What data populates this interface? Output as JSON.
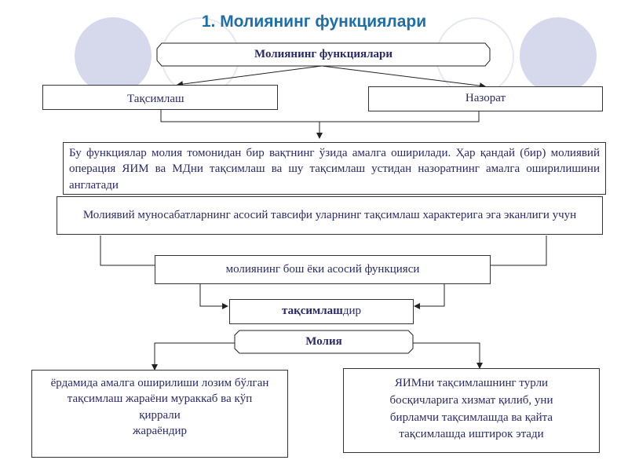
{
  "title": "1. Молиянинг функциялари",
  "header_box": "Молиянинг функциялари",
  "left_func": "Тақсимлаш",
  "right_func": "Назорат",
  "desc": "Бу функциялар молия томонидан бир вақтнинг ўзида амалга оширилади. Ҳар қандай (бир) молиявий операция ЯИМ ва МДни тақсимлаш ва шу тақсимлаш устидан назоратнинг амалга оширилишини англатади",
  "reason": "Молиявий муносабатларнинг асосий тавсифи уларнинг тақсимлаш характерига эга эканлиги учун",
  "main_func": "молиянинг бош ёки асосий функцияси",
  "distribution_bold": "тақсимлаш",
  "distribution_suffix": "дир",
  "finance_box": "Молия",
  "left_bottom": "ёрдамида амалга оширилиши лозим бўлган тақсимлаш жараёни мураккаб ва кўп\nқиррали\nжараёндир",
  "right_bottom": "ЯИМни тақсимлашнинг турли босқичларига хизмат қилиб, уни бирламчи тақсимлашда ва қайта тақсимлашда иштирок этади"
}
